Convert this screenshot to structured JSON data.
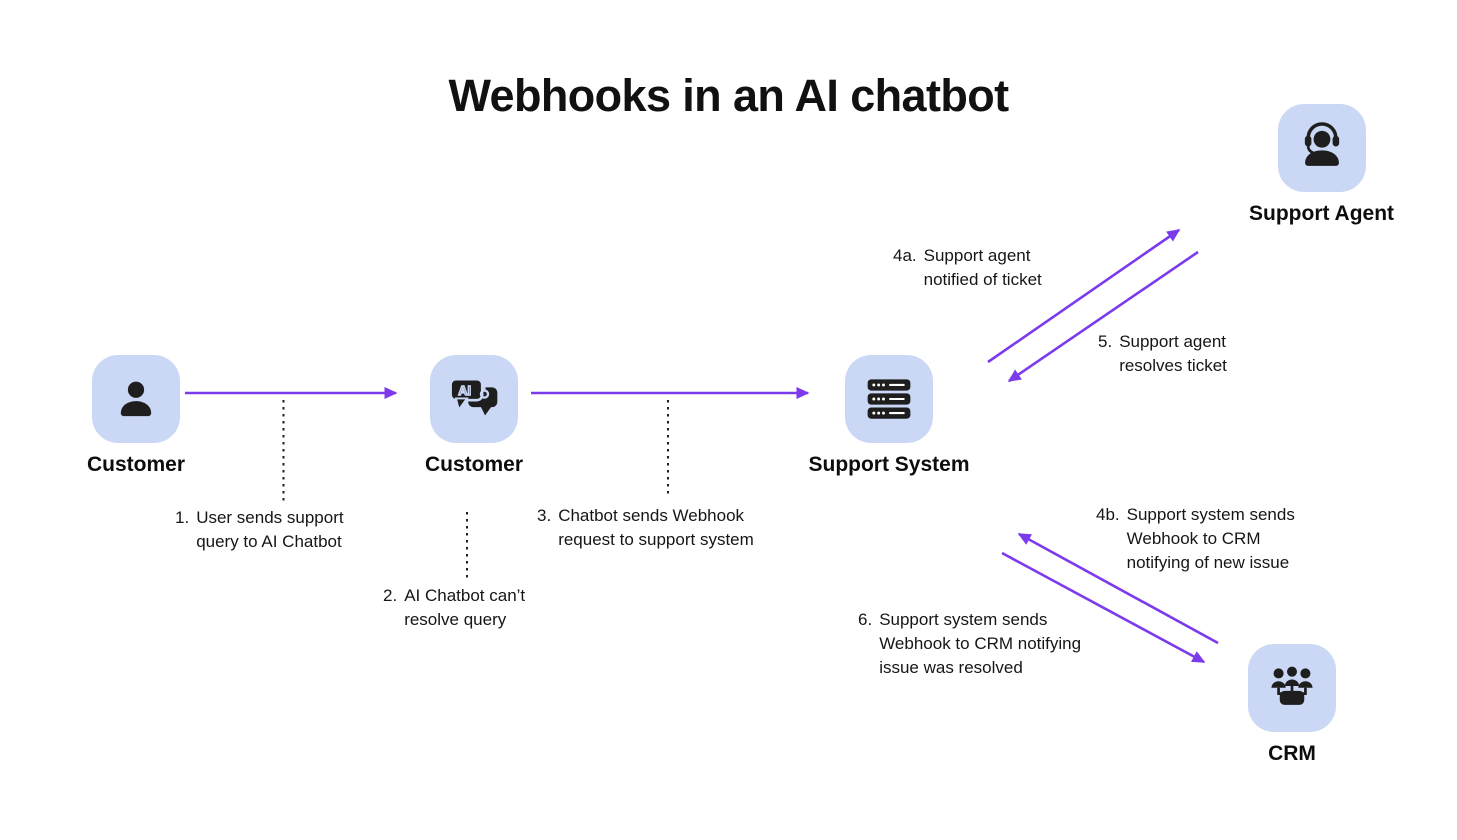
{
  "title": "Webhooks in an AI chatbot",
  "nodes": [
    {
      "id": "customer",
      "label": "Customer",
      "icon": "person-icon"
    },
    {
      "id": "ai-chatbot",
      "label": "Customer",
      "icon": "ai-chat-icon"
    },
    {
      "id": "support-system",
      "label": "Support System",
      "icon": "server-icon"
    },
    {
      "id": "support-agent",
      "label": "Support Agent",
      "icon": "headset-agent-icon"
    },
    {
      "id": "crm",
      "label": "CRM",
      "icon": "team-table-icon"
    }
  ],
  "steps": [
    {
      "number": "1.",
      "text": "User sends support\nquery to AI Chatbot"
    },
    {
      "number": "2.",
      "text": "AI Chatbot can’t\nresolve query"
    },
    {
      "number": "3.",
      "text": "Chatbot sends Webhook\nrequest to support system"
    },
    {
      "number": "4a.",
      "text": "Support agent\nnotified of ticket"
    },
    {
      "number": "5.",
      "text": "Support agent\nresolves ticket"
    },
    {
      "number": "4b.",
      "text": "Support system sends\nWebhook to CRM\nnotifying of new issue"
    },
    {
      "number": "6.",
      "text": "Support system sends\nWebhook to CRM notifying\nissue was resolved"
    }
  ],
  "colors": {
    "arrow": "#7C3AED",
    "node_background": "#CAD8F6",
    "icon": "#1E1E1E",
    "text": "#111111",
    "background": "#FFFFFF"
  }
}
